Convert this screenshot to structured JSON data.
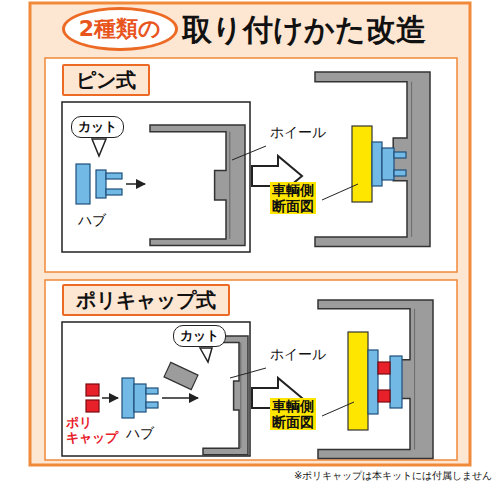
{
  "diagram": {
    "title": "取り付けかた改造",
    "nodes": [
      {
        "text": [
          "2種類の"
        ]
      },
      {
        "text": [
          "ピン式"
        ]
      },
      {
        "text": [
          "カット"
        ]
      },
      {
        "text": [
          "ポリキャップ式"
        ]
      },
      {
        "text": [
          "カット"
        ]
      }
    ],
    "labels": [
      "ホイール",
      "車輌側 断面図",
      "ハブ",
      "ホイール",
      "車輌側 断面図",
      "ポリ キャップ",
      "ハブ",
      "※ポリキャップは本キットには付属しません"
    ]
  }
}
